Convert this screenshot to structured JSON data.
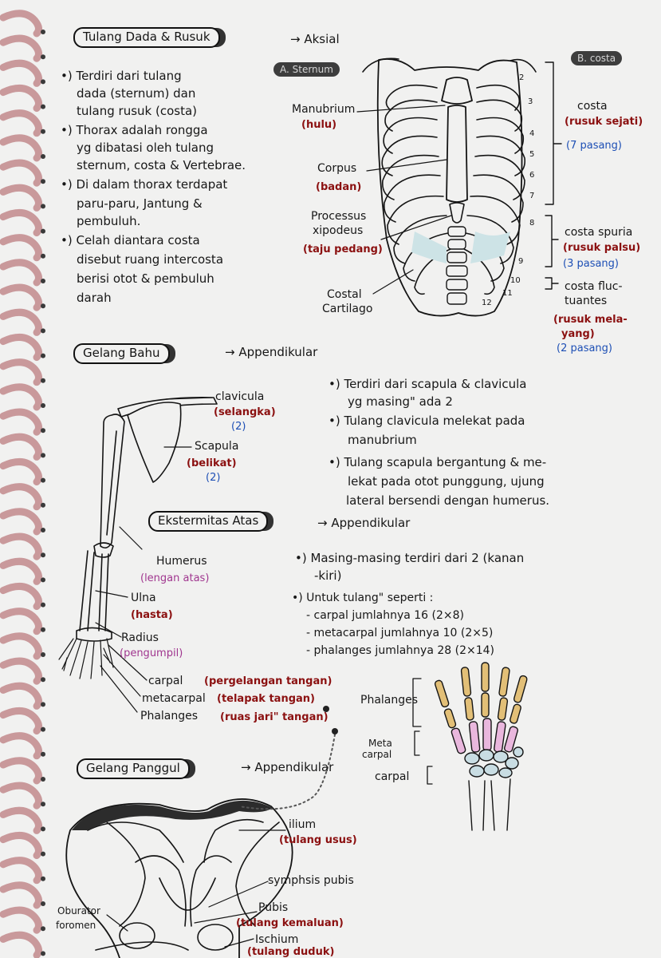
{
  "sections": {
    "thorax": {
      "title": "Tulang Dada & Rusuk",
      "category": "→ Aksial",
      "tag_sternum": "A. Sternum",
      "tag_costa": "B. costa",
      "bullets": [
        "•) Terdiri dari tulang",
        "dada (sternum) dan",
        "tulang rusuk (costa)",
        "•) Thorax adalah rongga",
        "yg dibatasi oleh tulang",
        "sternum, costa & Vertebrae.",
        "•) Di dalam thorax terdapat",
        "paru-paru, Jantung &",
        "pembuluh.",
        "•) Celah diantara costa",
        "disebut ruang intercosta",
        "berisi otot & pembuluh",
        "darah"
      ],
      "labels": {
        "manubrium": "Manubrium",
        "manubrium_id": "(hulu)",
        "corpus": "Corpus",
        "corpus_id": "(badan)",
        "processus_1": "Processus",
        "processus_2": "xipodeus",
        "processus_id": "(taju pedang)",
        "cartilage_1": "Costal",
        "cartilage_2": "Cartilago"
      },
      "rib_numbers": [
        "2",
        "3",
        "4",
        "5",
        "6",
        "7",
        "8",
        "9",
        "10",
        "11",
        "12"
      ],
      "costa": {
        "vera": "costa",
        "vera_id": "(rusuk sejati)",
        "vera_count": "(7 pasang)",
        "spuria": "costa spuria",
        "spuria_id": "(rusuk palsu)",
        "spuria_count": "(3 pasang)",
        "fluct_1": "costa fluc-",
        "fluct_2": "tuantes",
        "fluct_id_1": "(rusuk mela-",
        "fluct_id_2": "yang)",
        "fluct_count": "(2 pasang)"
      }
    },
    "shoulder": {
      "title": "Gelang Bahu",
      "category": "→ Appendikular",
      "clavicula": "clavicula",
      "clavicula_id": "(selangka)",
      "clavicula_count": "(2)",
      "scapula": "Scapula",
      "scapula_id": "(belikat)",
      "scapula_count": "(2)",
      "bullets": [
        "•) Terdiri dari scapula & clavicula",
        "yg masing\" ada 2",
        "•) Tulang clavicula melekat pada",
        "manubrium",
        "•) Tulang scapula bergantung & me-",
        "lekat pada otot punggung, ujung",
        "lateral bersendi dengan humerus."
      ]
    },
    "upper_limb": {
      "title": "Ekstermitas Atas",
      "category": "→ Appendikular",
      "humerus": "Humerus",
      "humerus_id": "(lengan atas)",
      "ulna": "Ulna",
      "ulna_id": "(hasta)",
      "radius": "Radius",
      "radius_id": "(pengumpil)",
      "carpal": "carpal",
      "carpal_id": "(pergelangan tangan)",
      "metacarpal": "metacarpal",
      "metacarpal_id": "(telapak tangan)",
      "phalanges": "Phalanges",
      "phalanges_id": "(ruas jari\" tangan)",
      "bullets": [
        "•) Masing-masing terdiri dari 2 (kanan",
        "-kiri)",
        "•) Untuk tulang\" seperti :",
        "- carpal jumlahnya 16 (2×8)",
        "- metacarpal jumlahnya 10 (2×5)",
        "- phalanges jumlahnya 28 (2×14)"
      ],
      "hand_labels": {
        "phalanges": "Phalanges",
        "meta_1": "Meta",
        "meta_2": "carpal",
        "carpal": "carpal"
      }
    },
    "pelvis": {
      "title": "Gelang Panggul",
      "category": "→ Appendikular",
      "ilium": "ilium",
      "ilium_id": "(tulang usus)",
      "symphysis": "symphsis pubis",
      "pubis": "Pubis",
      "pubis_id": "(tulang kemaluan)",
      "ischium": "Ischium",
      "ischium_id": "(tulang duduk)",
      "obturator_1": "Oburator",
      "obturator_2": "foromen"
    }
  },
  "colors": {
    "paper": "#f1f1f0",
    "ink": "#151515",
    "red_ink": "#8b1010",
    "blue_ink": "#1d4fb5",
    "purple_ink": "#a0368f",
    "spiral": "#c9999b",
    "phalanx_fill": "#e2bf77",
    "metacarpal_fill": "#e9b7dd",
    "carpal_fill": "#c9dde3",
    "cartilage_fill": "#cde3e6"
  }
}
